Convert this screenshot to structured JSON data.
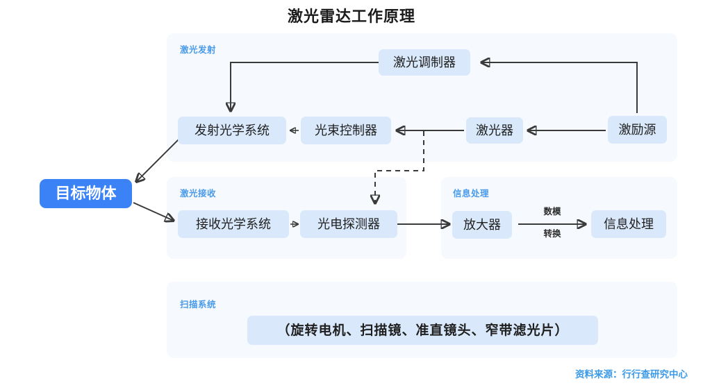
{
  "title": "激光雷达工作原理",
  "source": "资料来源：行行查研究中心",
  "target": {
    "label": "目标物体"
  },
  "sections": {
    "emit": {
      "label": "激光发射",
      "nodes": {
        "modulator": "激光调制器",
        "emit_optics": "发射光学系统",
        "beam_controller": "光束控制器",
        "laser": "激光器",
        "pump": "激励源"
      }
    },
    "receive": {
      "label": "激光接收",
      "nodes": {
        "recv_optics": "接收光学系统",
        "detector": "光电探测器"
      }
    },
    "process": {
      "label": "信息处理",
      "nodes": {
        "amplifier": "放大器",
        "info": "信息处理"
      },
      "edge_label_line1": "数模",
      "edge_label_line2": "转换"
    },
    "scan": {
      "label": "扫描系统",
      "components": "（旋转电机、扫描镜、准直镜头、窄带滤光片）"
    }
  },
  "colors": {
    "accent": "#4a9bea",
    "node_fill": "#d9e9fb",
    "panel_fill": "#f6f9fd",
    "target_fill": "#3b82f6",
    "stroke": "#3a3a3a"
  }
}
